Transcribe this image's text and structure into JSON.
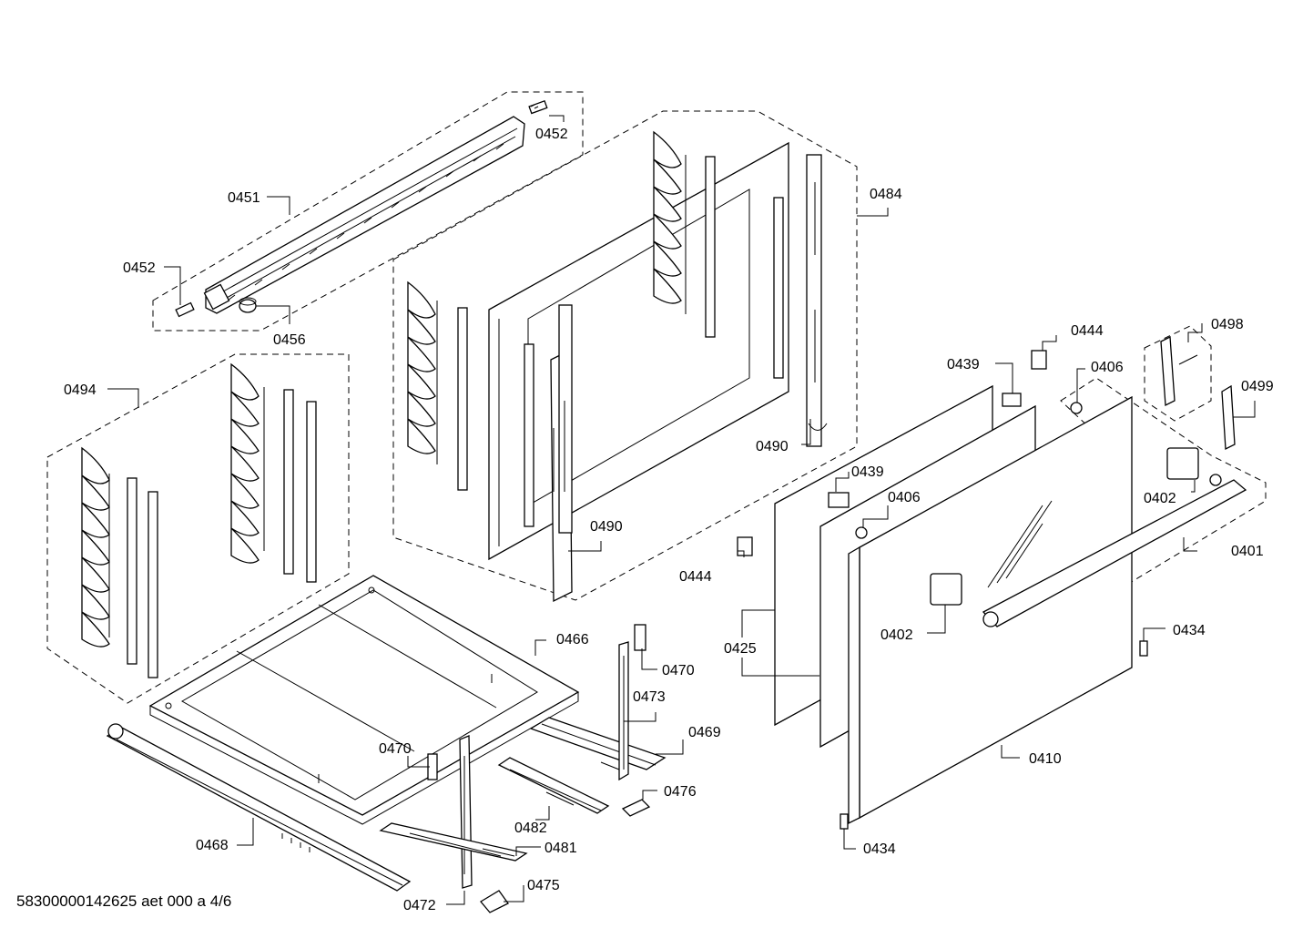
{
  "footer_code": "58300000142625 aet 000 a 4/6",
  "labels": {
    "p0452a": "0452",
    "p0451": "0451",
    "p0452b": "0452",
    "p0456": "0456",
    "p0484": "0484",
    "p0494": "0494",
    "p0490a": "0490",
    "p0490b": "0490",
    "p0444a": "0444",
    "p0439a": "0439",
    "p0406a": "0406",
    "p0498": "0498",
    "p0499": "0499",
    "p0402a": "0402",
    "p0439b": "0439",
    "p0406b": "0406",
    "p0401": "0401",
    "p0444b": "0444",
    "p0402b": "0402",
    "p0425": "0425",
    "p0434a": "0434",
    "p0466": "0466",
    "p0470a": "0470",
    "p0473": "0473",
    "p0469": "0469",
    "p0470b": "0470",
    "p0476": "0476",
    "p0410": "0410",
    "p0482": "0482",
    "p0468": "0468",
    "p0481": "0481",
    "p0434b": "0434",
    "p0475": "0475",
    "p0472": "0472"
  }
}
